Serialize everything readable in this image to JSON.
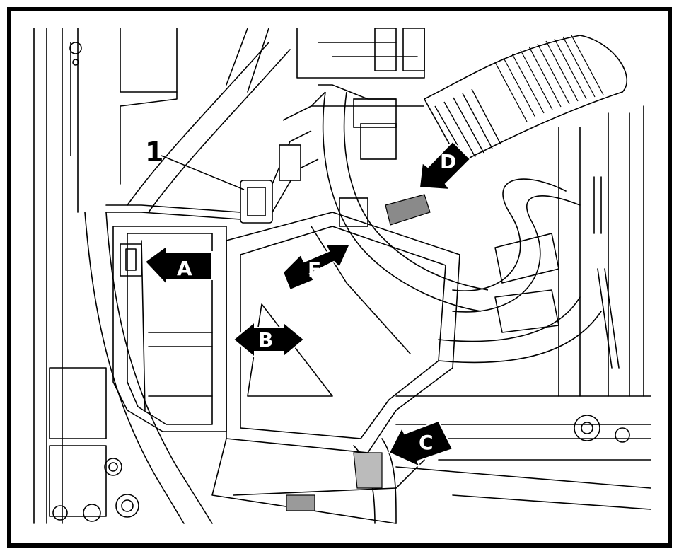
{
  "callouts": {
    "part_number": "1",
    "a": "A",
    "b": "B",
    "c": "C",
    "d": "D",
    "e": "E"
  },
  "colors": {
    "line": "#000000",
    "paper": "#ffffff",
    "shade": "#8a8a8a"
  }
}
